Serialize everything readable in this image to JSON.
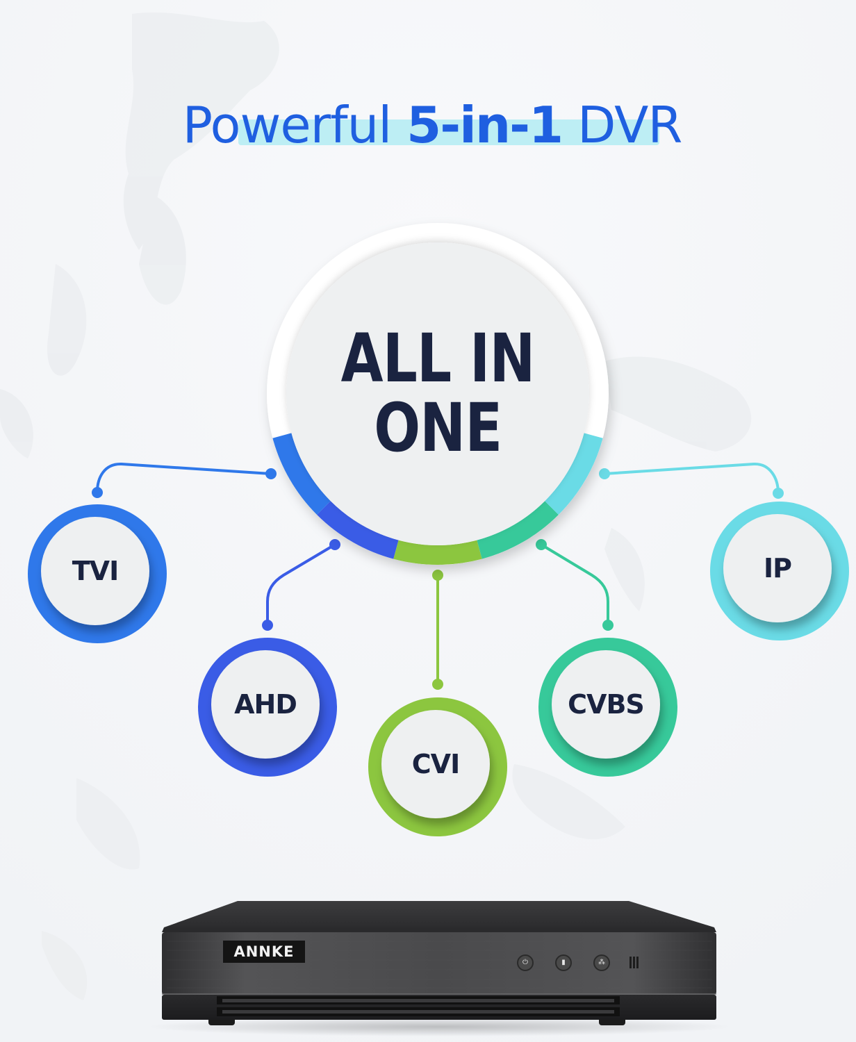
{
  "title": {
    "prefix": "Powerful ",
    "highlight": "5-in-1",
    "suffix": " DVR",
    "color": "#1f5fe0",
    "highlight_color": "#bdeef4"
  },
  "hub": {
    "line1": "ALL IN",
    "line2": "ONE",
    "text_color": "#1a2340"
  },
  "nodes": [
    {
      "label": "TVI",
      "color": "#2f78ea"
    },
    {
      "label": "AHD",
      "color": "#3a5ce6"
    },
    {
      "label": "CVI",
      "color": "#8cc63f"
    },
    {
      "label": "CVBS",
      "color": "#37c99a"
    },
    {
      "label": "IP",
      "color": "#6adbe6"
    }
  ],
  "device": {
    "brand": "ANNKE",
    "indicators": [
      {
        "name": "power",
        "glyph": "⏻"
      },
      {
        "name": "hdd",
        "glyph": "▮"
      },
      {
        "name": "network",
        "glyph": "⁂"
      }
    ]
  }
}
